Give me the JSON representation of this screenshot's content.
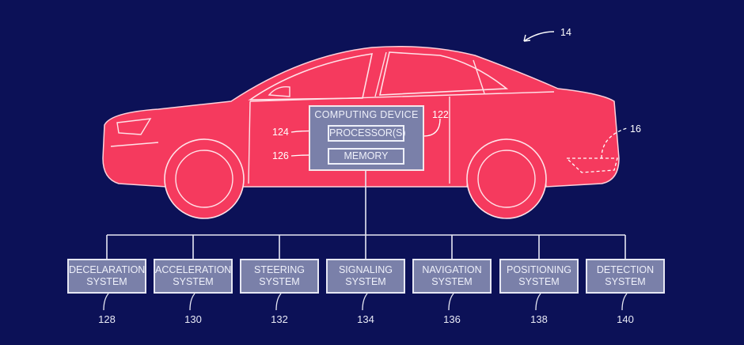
{
  "figure": {
    "vehicle_ref": "14",
    "trunk_ref": "16",
    "computing_device": {
      "title": "COMPUTING DEVICE",
      "ref": "122",
      "processor": {
        "label": "PROCESSOR(S)",
        "ref": "124"
      },
      "memory": {
        "label": "MEMORY",
        "ref": "126"
      }
    },
    "systems": [
      {
        "line1": "DECELARATION",
        "line2": "SYSTEM",
        "ref": "128"
      },
      {
        "line1": "ACCELERATION",
        "line2": "SYSTEM",
        "ref": "130"
      },
      {
        "line1": "STEERING",
        "line2": "SYSTEM",
        "ref": "132"
      },
      {
        "line1": "SIGNALING",
        "line2": "SYSTEM",
        "ref": "134"
      },
      {
        "line1": "NAVIGATION",
        "line2": "SYSTEM",
        "ref": "136"
      },
      {
        "line1": "POSITIONING",
        "line2": "SYSTEM",
        "ref": "138"
      },
      {
        "line1": "DETECTION",
        "line2": "SYSTEM",
        "ref": "140"
      }
    ]
  },
  "colors": {
    "background": "#0c1157",
    "car": "#f53a5e",
    "box": "#7a80a9",
    "line": "#e6e7f3"
  }
}
